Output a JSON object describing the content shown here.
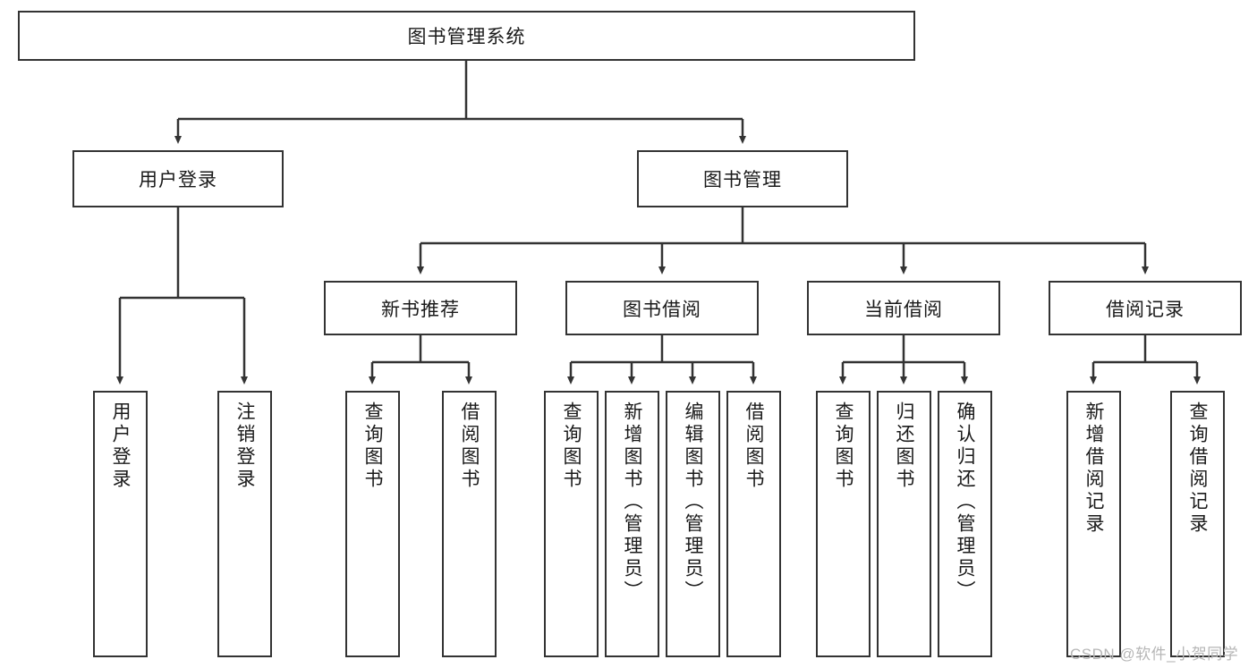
{
  "diagram": {
    "title_node": {
      "id": "root",
      "label": "图书管理系统"
    },
    "level2": [
      {
        "id": "user-login",
        "label": "用户登录"
      },
      {
        "id": "book-manage",
        "label": "图书管理"
      }
    ],
    "level3": [
      {
        "id": "new-book-recommend",
        "label": "新书推荐"
      },
      {
        "id": "book-borrow",
        "label": "图书借阅"
      },
      {
        "id": "current-borrow",
        "label": "当前借阅"
      },
      {
        "id": "borrow-record",
        "label": "借阅记录"
      }
    ],
    "leaves": {
      "user_login": [
        {
          "id": "leaf-user-login",
          "label": "用户登录"
        },
        {
          "id": "leaf-logout-login",
          "label": "注销登录"
        }
      ],
      "new_book_recommend": [
        {
          "id": "leaf-query-book-1",
          "label": "查询图书"
        },
        {
          "id": "leaf-borrow-book-1",
          "label": "借阅图书"
        }
      ],
      "book_borrow": [
        {
          "id": "leaf-query-book-2",
          "label": "查询图书"
        },
        {
          "id": "leaf-add-book",
          "label": "新增图书（管理员）"
        },
        {
          "id": "leaf-edit-book",
          "label": "编辑图书（管理员）"
        },
        {
          "id": "leaf-borrow-book-2",
          "label": "借阅图书"
        }
      ],
      "current_borrow": [
        {
          "id": "leaf-query-book-3",
          "label": "查询图书"
        },
        {
          "id": "leaf-return-book",
          "label": "归还图书"
        },
        {
          "id": "leaf-confirm-return",
          "label": "确认归还（管理员）"
        }
      ],
      "borrow_record": [
        {
          "id": "leaf-add-record",
          "label": "新增借阅记录"
        },
        {
          "id": "leaf-query-record",
          "label": "查询借阅记录"
        }
      ]
    }
  },
  "watermark": {
    "text": "CSDN @软件_小贺同学"
  },
  "colors": {
    "border": "#333333",
    "background": "#ffffff",
    "text": "#1a1a1a",
    "watermark": "#b6b6b6"
  }
}
